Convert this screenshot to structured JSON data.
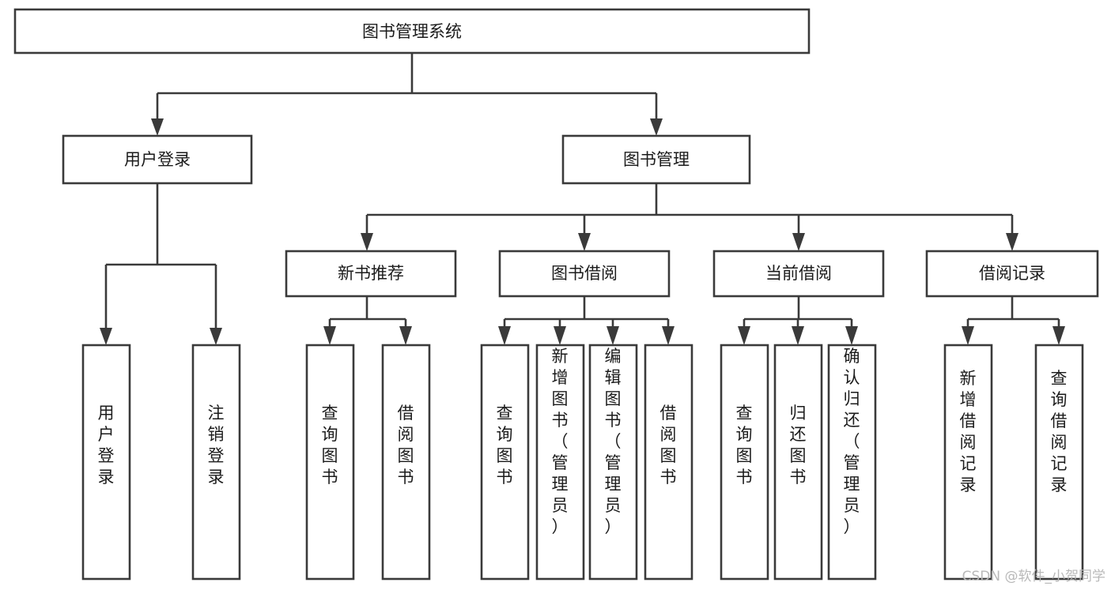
{
  "diagram": {
    "type": "tree-hierarchy-flowchart",
    "root": {
      "id": "root",
      "label": "图书管理系统",
      "orientation": "horizontal"
    },
    "level2": [
      {
        "id": "user-login",
        "label": "用户登录",
        "orientation": "horizontal"
      },
      {
        "id": "book-mgmt",
        "label": "图书管理",
        "orientation": "horizontal"
      }
    ],
    "level3": [
      {
        "id": "new-book-rec",
        "label": "新书推荐",
        "orientation": "horizontal",
        "parent": "book-mgmt"
      },
      {
        "id": "book-borrow",
        "label": "图书借阅",
        "orientation": "horizontal",
        "parent": "book-mgmt"
      },
      {
        "id": "current-borrow",
        "label": "当前借阅",
        "orientation": "horizontal",
        "parent": "book-mgmt"
      },
      {
        "id": "borrow-record",
        "label": "借阅记录",
        "orientation": "horizontal",
        "parent": "book-mgmt"
      }
    ],
    "leaves": [
      {
        "id": "leaf-user-login",
        "label": "用户登录",
        "orientation": "vertical",
        "parent": "user-login"
      },
      {
        "id": "leaf-logout",
        "label": "注销登录",
        "orientation": "vertical",
        "parent": "user-login"
      },
      {
        "id": "leaf-query-book-1",
        "label": "查询图书",
        "orientation": "vertical",
        "parent": "new-book-rec"
      },
      {
        "id": "leaf-borrow-book-1",
        "label": "借阅图书",
        "orientation": "vertical",
        "parent": "new-book-rec"
      },
      {
        "id": "leaf-query-book-2",
        "label": "查询图书",
        "orientation": "vertical",
        "parent": "book-borrow"
      },
      {
        "id": "leaf-add-book",
        "label": "新增图书（管理员）",
        "orientation": "vertical",
        "parent": "book-borrow"
      },
      {
        "id": "leaf-edit-book",
        "label": "编辑图书（管理员）",
        "orientation": "vertical",
        "parent": "book-borrow"
      },
      {
        "id": "leaf-borrow-book-2",
        "label": "借阅图书",
        "orientation": "vertical",
        "parent": "book-borrow"
      },
      {
        "id": "leaf-query-book-3",
        "label": "查询图书",
        "orientation": "vertical",
        "parent": "current-borrow"
      },
      {
        "id": "leaf-return-book",
        "label": "归还图书",
        "orientation": "vertical",
        "parent": "current-borrow"
      },
      {
        "id": "leaf-confirm-return",
        "label": "确认归还（管理员）",
        "orientation": "vertical",
        "parent": "current-borrow"
      },
      {
        "id": "leaf-add-record",
        "label": "新增借阅记录",
        "orientation": "vertical",
        "parent": "borrow-record"
      },
      {
        "id": "leaf-query-record",
        "label": "查询借阅记录",
        "orientation": "vertical",
        "parent": "borrow-record"
      }
    ]
  },
  "watermark": {
    "text": "CSDN @软件_小贺同学"
  },
  "colors": {
    "stroke": "#3a3a3a",
    "fill": "#ffffff",
    "text": "#1b1b1b",
    "watermark": "#b9b9b9",
    "background": "#ffffff"
  }
}
